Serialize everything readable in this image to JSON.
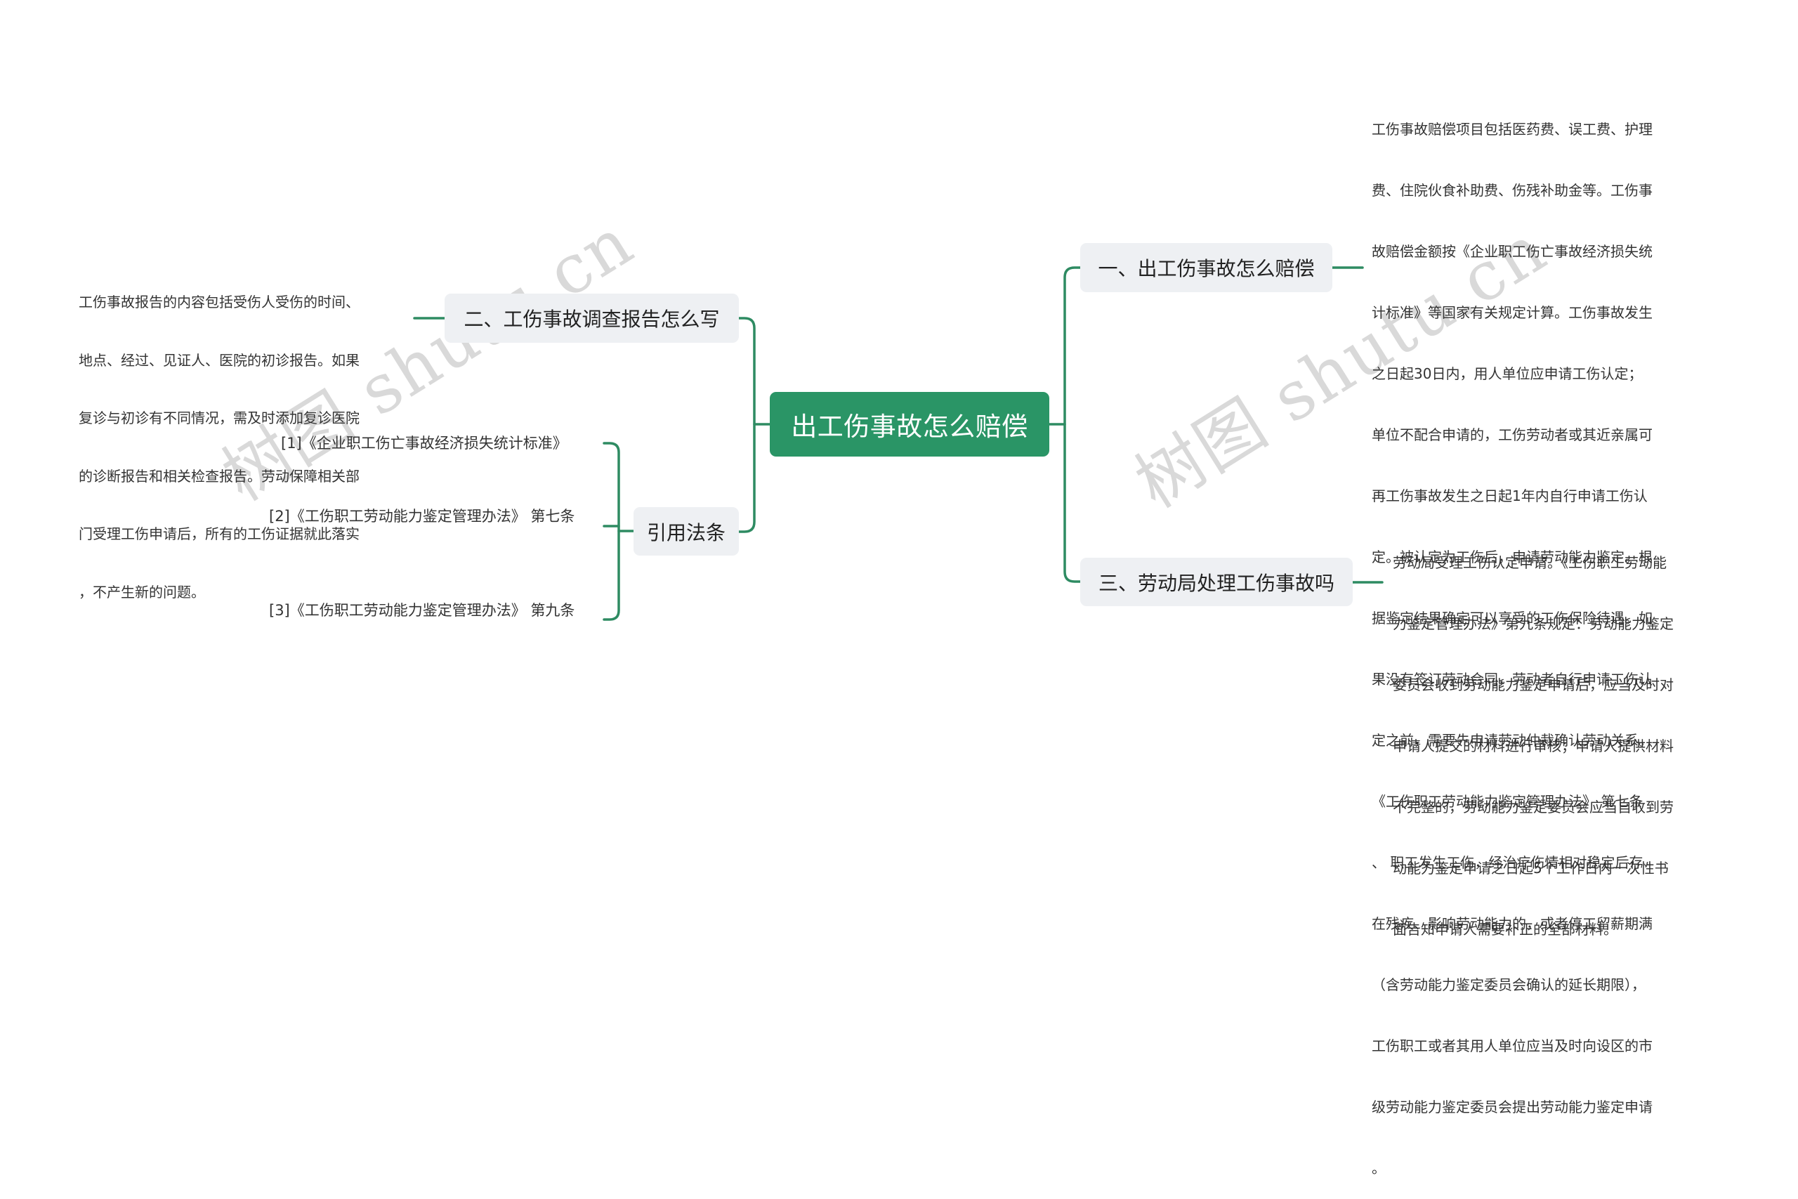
{
  "watermark": {
    "text": "树图 shutu.cn"
  },
  "colors": {
    "accent": "#2a9566",
    "line": "#2e8b62",
    "node_bg": "#eef0f3"
  },
  "root": {
    "label": "出工伤事故怎么赔偿"
  },
  "branches": {
    "b1": {
      "label": "一、出工伤事故怎么赔偿",
      "detail": [
        "工伤事故赔偿项目包括医药费、误工费、护理",
        "费、住院伙食补助费、伤残补助金等。工伤事",
        "故赔偿金额按《企业职工伤亡事故经济损失统",
        "计标准》等国家有关规定计算。工伤事故发生",
        "之日起30日内，用人单位应申请工伤认定；",
        "单位不配合申请的，工伤劳动者或其近亲属可",
        "再工伤事故发生之日起1年内自行申请工伤认",
        "定。被认定为工伤后，申请劳动能力鉴定。根",
        "据鉴定结果确定可以享受的工伤保险待遇。如",
        "果没有签订劳动合同，劳动者自行申请工伤认",
        "定之前，需要先申请劳动仲裁确认劳动关系。",
        "《工伤职工劳动能力鉴定管理办法》 第七条",
        "、 职工发生工伤，经治疗伤情相对稳定后存",
        "在残疾、影响劳动能力的，或者停工留薪期满",
        "（含劳动能力鉴定委员会确认的延长期限），",
        "工伤职工或者其用人单位应当及时向设区的市",
        "级劳动能力鉴定委员会提出劳动能力鉴定申请",
        "。"
      ]
    },
    "b2": {
      "label": "二、工伤事故调查报告怎么写",
      "detail": [
        "工伤事故报告的内容包括受伤人受伤的时间、",
        "地点、经过、见证人、医院的初诊报告。如果",
        "复诊与初诊有不同情况，需及时添加复诊医院",
        "的诊断报告和相关检查报告。劳动保障相关部",
        "门受理工伤申请后，所有的工伤证据就此落实",
        "，不产生新的问题。"
      ]
    },
    "b3": {
      "label": "三、劳动局处理工伤事故吗",
      "detail": [
        "劳动局受理工伤认定申请。《工伤职工劳动能",
        "力鉴定管理办法》第九条规定：劳动能力鉴定",
        "委员会收到劳动能力鉴定申请后，应当及时对",
        "申请人提交的材料进行审核；申请人提供材料",
        "不完整的，劳动能力鉴定委员会应当自收到劳",
        "动能力鉴定申请之日起5个工作日内一次性书",
        "面告知申请人需要补正的全部材料。"
      ]
    },
    "refs": {
      "label": "引用法条",
      "items": [
        "[1]《企业职工伤亡事故经济损失统计标准》",
        "[2]《工伤职工劳动能力鉴定管理办法》 第七条",
        "[3]《工伤职工劳动能力鉴定管理办法》 第九条"
      ]
    }
  }
}
